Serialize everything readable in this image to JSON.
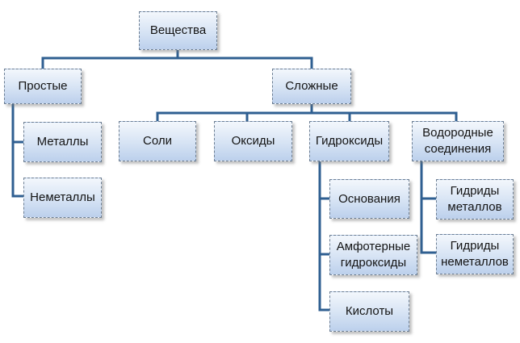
{
  "nodes": {
    "substances": "Вещества",
    "simple": "Простые",
    "complex": "Сложные",
    "metals": "Металлы",
    "nonmetals": "Неметаллы",
    "salts": "Соли",
    "oxides": "Оксиды",
    "hydroxides": "Гидроксиды",
    "hydrogen_compounds": "Водородные\nсоединения",
    "bases": "Основания",
    "amphoteric_hydroxides": "Амфотерные\nгидроксиды",
    "acids": "Кислоты",
    "metal_hydrides": "Гидриды\nметаллов",
    "nonmetal_hydrides": "Гидриды\nнеметаллов"
  },
  "colors": {
    "connector": "#2f5f91",
    "box_border": "#6b7d92",
    "box_fill_top": "#f3f7fc",
    "box_fill_bottom": "#bcd0ec",
    "text": "#141414"
  }
}
